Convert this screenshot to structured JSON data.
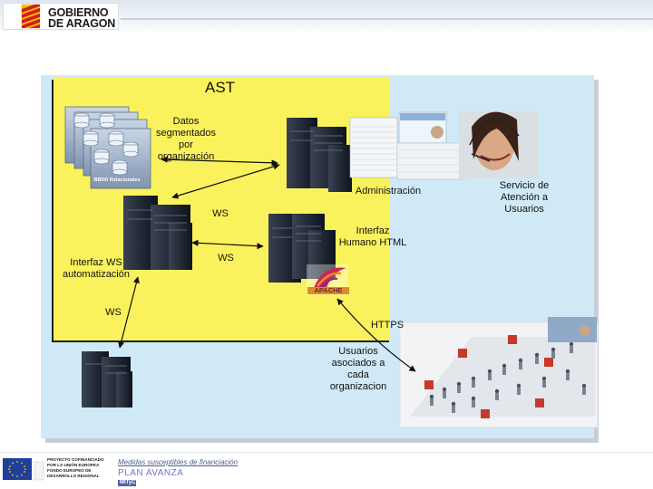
{
  "header": {
    "org_line1": "GOBIERNO",
    "org_line2": "DE ARAGON"
  },
  "diagram": {
    "title": "AST",
    "db_stack_label": "BBDD Relacionales",
    "datos_label": "Datos\nsegmentados\npor\norganización",
    "administracion_label": "Administración",
    "ws_label_1": "WS",
    "interfaz_ws_label": "Interfaz WS\nautomatización",
    "ws_label_2": "WS",
    "interfaz_html_label": "Interfaz\nHumano HTML",
    "apache_label": "APACHE",
    "ws_label_3": "WS",
    "https_label": "HTTPS",
    "servicio_label": "Servicio de\nAtención a\nUsuarios",
    "usuarios_label": "Usuarios\nasociados a\ncada\norganizacion"
  },
  "footer": {
    "eu_text": "PROYECTO COFINANCIADO POR LA UNIÓN EUROPEA FONDO EUROPEO DE DESARROLLO REGIONAL",
    "measure_text": "Medidas susceptibles de financiación",
    "plan_text": "PLAN AVANZA",
    "plan_small": "MITyC"
  },
  "colors": {
    "panel": "#cfe9f7",
    "ast_zone": "#faf25d",
    "server_dark": "#1f2530",
    "brand": "#1b1b1b"
  }
}
